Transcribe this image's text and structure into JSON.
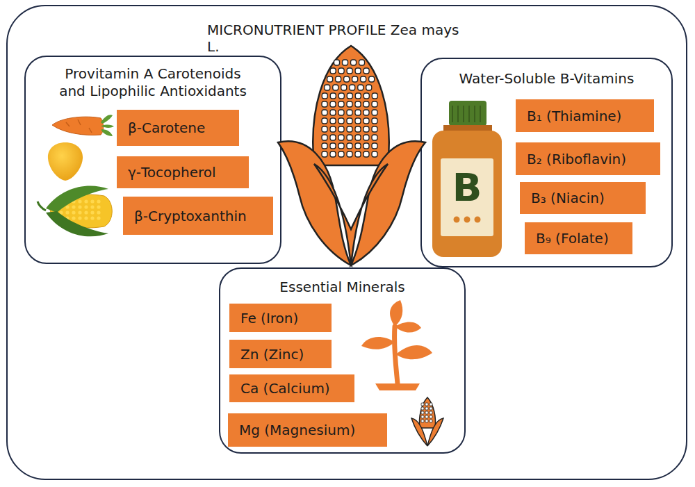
{
  "diagram": {
    "title": "MICRONUTRIENT PROFILE Zea mays L.",
    "nodes": [
      {
        "text": [
          "Provitamin A Carotenoids and Lipophilic Antioxidants"
        ]
      },
      {
        "text": [
          "β-Carotene"
        ],
        "in": 0
      },
      {
        "text": [
          "γ-Tocopherol"
        ],
        "in": 0
      },
      {
        "text": [
          "β-Cryptoxanthin"
        ],
        "in": 0
      },
      {
        "text": [
          "Water-Soluble B-Vitamins"
        ]
      },
      {
        "text": [
          "B₁ (Thiamine)"
        ],
        "in": 4
      },
      {
        "text": [
          "B₂ (Riboflavin)"
        ],
        "in": 4
      },
      {
        "text": [
          "B₃ (Niacin)"
        ],
        "in": 4
      },
      {
        "text": [
          "B₉ (Folate)"
        ],
        "in": 4
      },
      {
        "text": [
          "Essential Minerals"
        ]
      },
      {
        "text": [
          "Fe (Iron)"
        ],
        "in": 9
      },
      {
        "text": [
          "Zn (Zinc)"
        ],
        "in": 9
      },
      {
        "text": [
          "Ca (Calcium)"
        ],
        "in": 9
      },
      {
        "text": [
          "Mg (Magnesium)"
        ],
        "in": 9
      }
    ],
    "labels": [
      "B"
    ]
  }
}
